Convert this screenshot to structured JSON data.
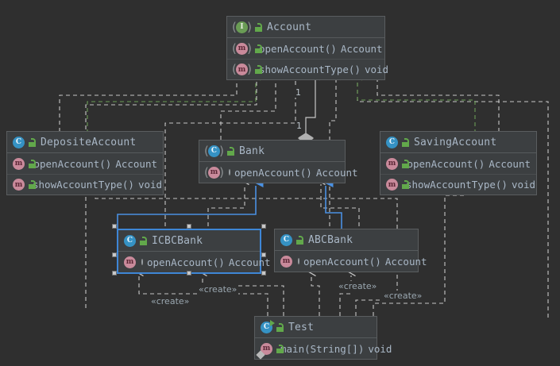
{
  "diagram": {
    "kind": "uml-class-diagram",
    "background": "#2f2f2f",
    "colors": {
      "node_fill": "#3c3f41",
      "node_border": "#5a5d5f",
      "selection": "#3e86d6",
      "text": "#a9b7c6",
      "edge": "#c6c6c6",
      "edge_override": "#6a9c55",
      "edge_selected": "#4a90e2",
      "interface_icon": "#6a9c55",
      "class_icon": "#3592c4",
      "method_icon": "#c98a9b"
    }
  },
  "classes": [
    {
      "id": "account",
      "name": "Account",
      "stereotype": "interface",
      "icon": "interface-icon",
      "visibility_icon": "lock-icon",
      "abstract_members": true,
      "members": [
        {
          "name": "openAccount()",
          "type": "Account",
          "icon": "method-icon",
          "visibility_icon": "lock-icon",
          "abstract": true
        },
        {
          "name": "showAccountType()",
          "type": "void",
          "icon": "method-icon",
          "visibility_icon": "lock-icon",
          "abstract": true
        }
      ]
    },
    {
      "id": "depositeaccount",
      "name": "DepositeAccount",
      "stereotype": "class",
      "icon": "class-icon",
      "visibility_icon": "lock-icon",
      "members": [
        {
          "name": "openAccount()",
          "type": "Account",
          "icon": "method-icon",
          "visibility_icon": "lock-icon"
        },
        {
          "name": "showAccountType()",
          "type": "void",
          "icon": "method-icon",
          "visibility_icon": "lock-icon"
        }
      ]
    },
    {
      "id": "bank",
      "name": "Bank",
      "stereotype": "abstract-class",
      "icon": "class-icon",
      "visibility_icon": "lock-icon",
      "members": [
        {
          "name": "openAccount()",
          "type": "Account",
          "icon": "method-icon",
          "visibility_icon": "protected-icon",
          "abstract": true
        }
      ]
    },
    {
      "id": "savingaccount",
      "name": "SavingAccount",
      "stereotype": "class",
      "icon": "class-icon",
      "visibility_icon": "lock-icon",
      "members": [
        {
          "name": "openAccount()",
          "type": "Account",
          "icon": "method-icon",
          "visibility_icon": "lock-icon"
        },
        {
          "name": "showAccountType()",
          "type": "void",
          "icon": "method-icon",
          "visibility_icon": "lock-icon"
        }
      ]
    },
    {
      "id": "icbcbank",
      "name": "ICBCBank",
      "stereotype": "class",
      "icon": "class-icon",
      "visibility_icon": "lock-icon",
      "selected": true,
      "members": [
        {
          "name": "openAccount()",
          "type": "Account",
          "icon": "method-icon",
          "visibility_icon": "protected-icon"
        }
      ]
    },
    {
      "id": "abcbank",
      "name": "ABCBank",
      "stereotype": "class",
      "icon": "class-icon",
      "visibility_icon": "lock-icon",
      "members": [
        {
          "name": "openAccount()",
          "type": "Account",
          "icon": "method-icon",
          "visibility_icon": "protected-icon"
        }
      ]
    },
    {
      "id": "test",
      "name": "Test",
      "stereotype": "class",
      "icon": "class-runnable-icon",
      "visibility_icon": "lock-icon",
      "members": [
        {
          "name": "main(String[])",
          "type": "void",
          "icon": "method-runnable-icon",
          "visibility_icon": "lock-icon"
        }
      ]
    }
  ],
  "edge_labels": {
    "create_1": "«create»",
    "create_2": "«create»",
    "create_3": "«create»",
    "create_4": "«create»",
    "mult_account_end": "1",
    "mult_bank_end": "1"
  }
}
